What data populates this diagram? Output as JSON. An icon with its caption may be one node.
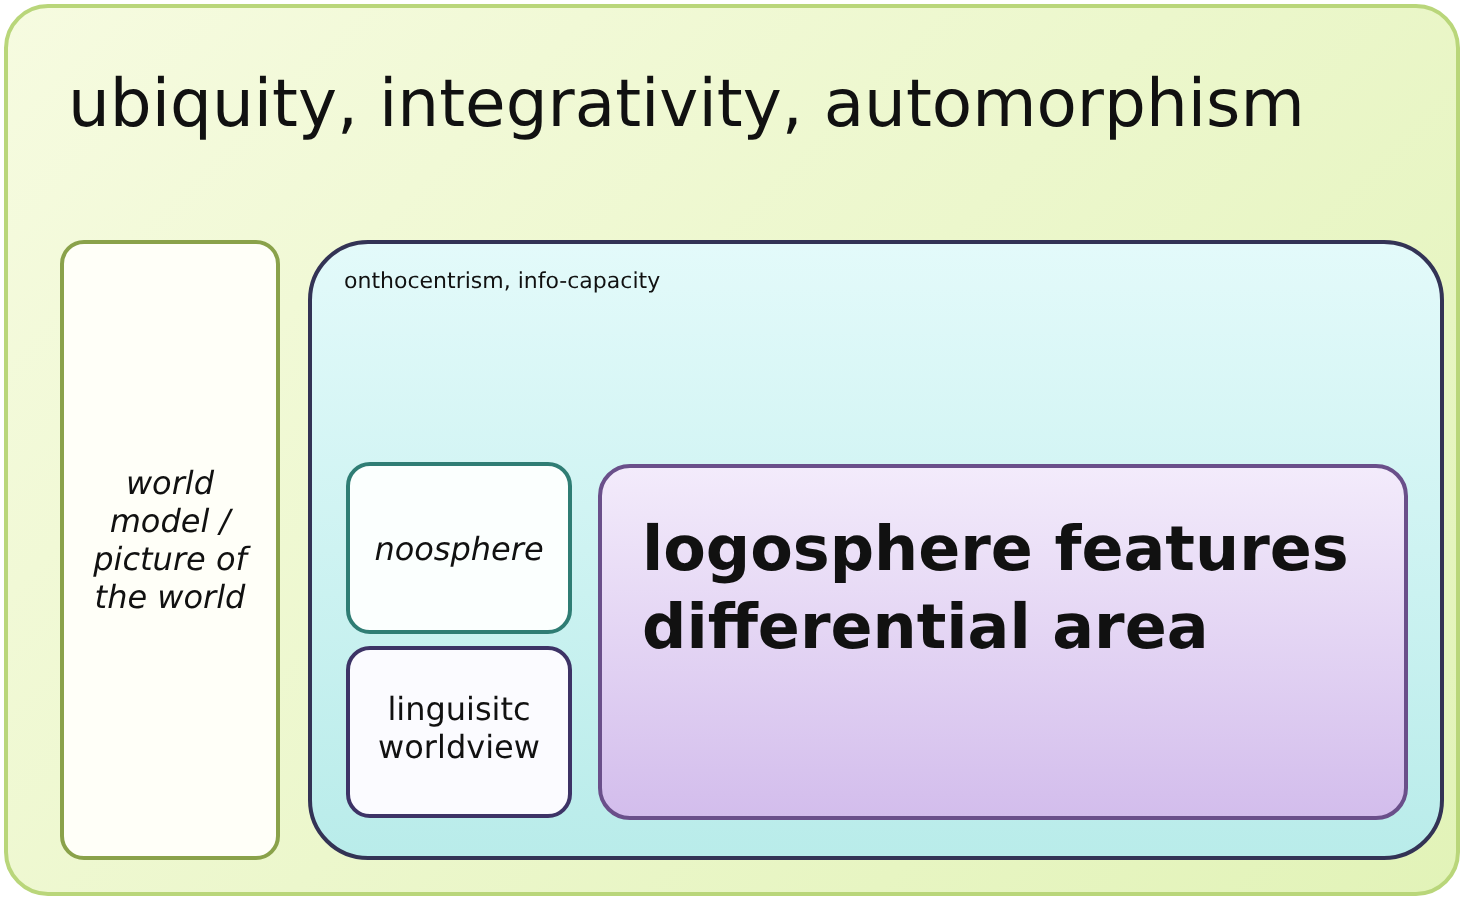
{
  "diagram": {
    "nodes": [
      {
        "text": [
          "ubiquity, integrativity, automorphism"
        ]
      },
      {
        "text": [
          "world model / picture of the world"
        ],
        "in": 0
      },
      {
        "text": [
          "onthocentrism, info-capacity"
        ],
        "in": 0
      },
      {
        "text": [
          "noosphere"
        ],
        "in": 2
      },
      {
        "text": [
          "linguisitc worldview"
        ],
        "in": 2
      },
      {
        "text": [
          "logosphere features differential area"
        ],
        "in": 2
      }
    ]
  }
}
